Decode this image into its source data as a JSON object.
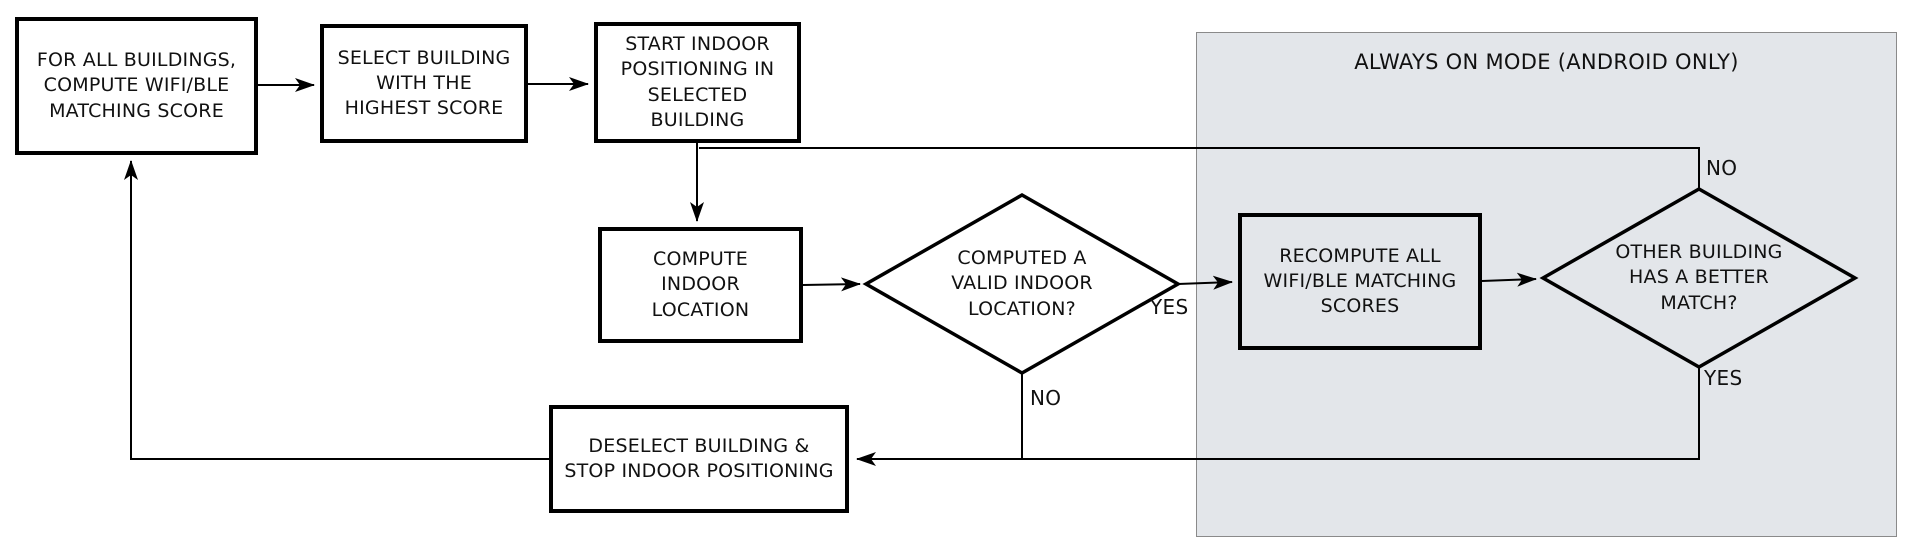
{
  "colors": {
    "region_fill": "#e3e6ea",
    "region_border": "#8a8a8a",
    "line": "#000000",
    "node_border": "#000000",
    "node_fill": "#ffffff",
    "text": "#111111"
  },
  "diagram": {
    "region_title": "ALWAYS ON MODE (ANDROID ONLY)",
    "nodes": {
      "compute_scores": "FOR ALL BUILDINGS,\nCOMPUTE WIFI/BLE\nMATCHING SCORE",
      "select_building": "SELECT BUILDING\nWITH THE\nHIGHEST SCORE",
      "start_positioning": "START INDOOR\nPOSITIONING IN\nSELECTED BUILDING",
      "compute_location": "COMPUTE\nINDOOR\nLOCATION",
      "valid_location_decision": "COMPUTED A\nVALID INDOOR\nLOCATION?",
      "recompute_scores": "RECOMPUTE ALL\nWIFI/BLE MATCHING\nSCORES",
      "better_match_decision": "OTHER BUILDING\nHAS A BETTER\nMATCH?",
      "deselect_building": "DESELECT BUILDING &\nSTOP INDOOR POSITIONING"
    },
    "edge_labels": {
      "valid_yes": "YES",
      "valid_no": "NO",
      "better_no": "NO",
      "better_yes": "YES"
    }
  }
}
